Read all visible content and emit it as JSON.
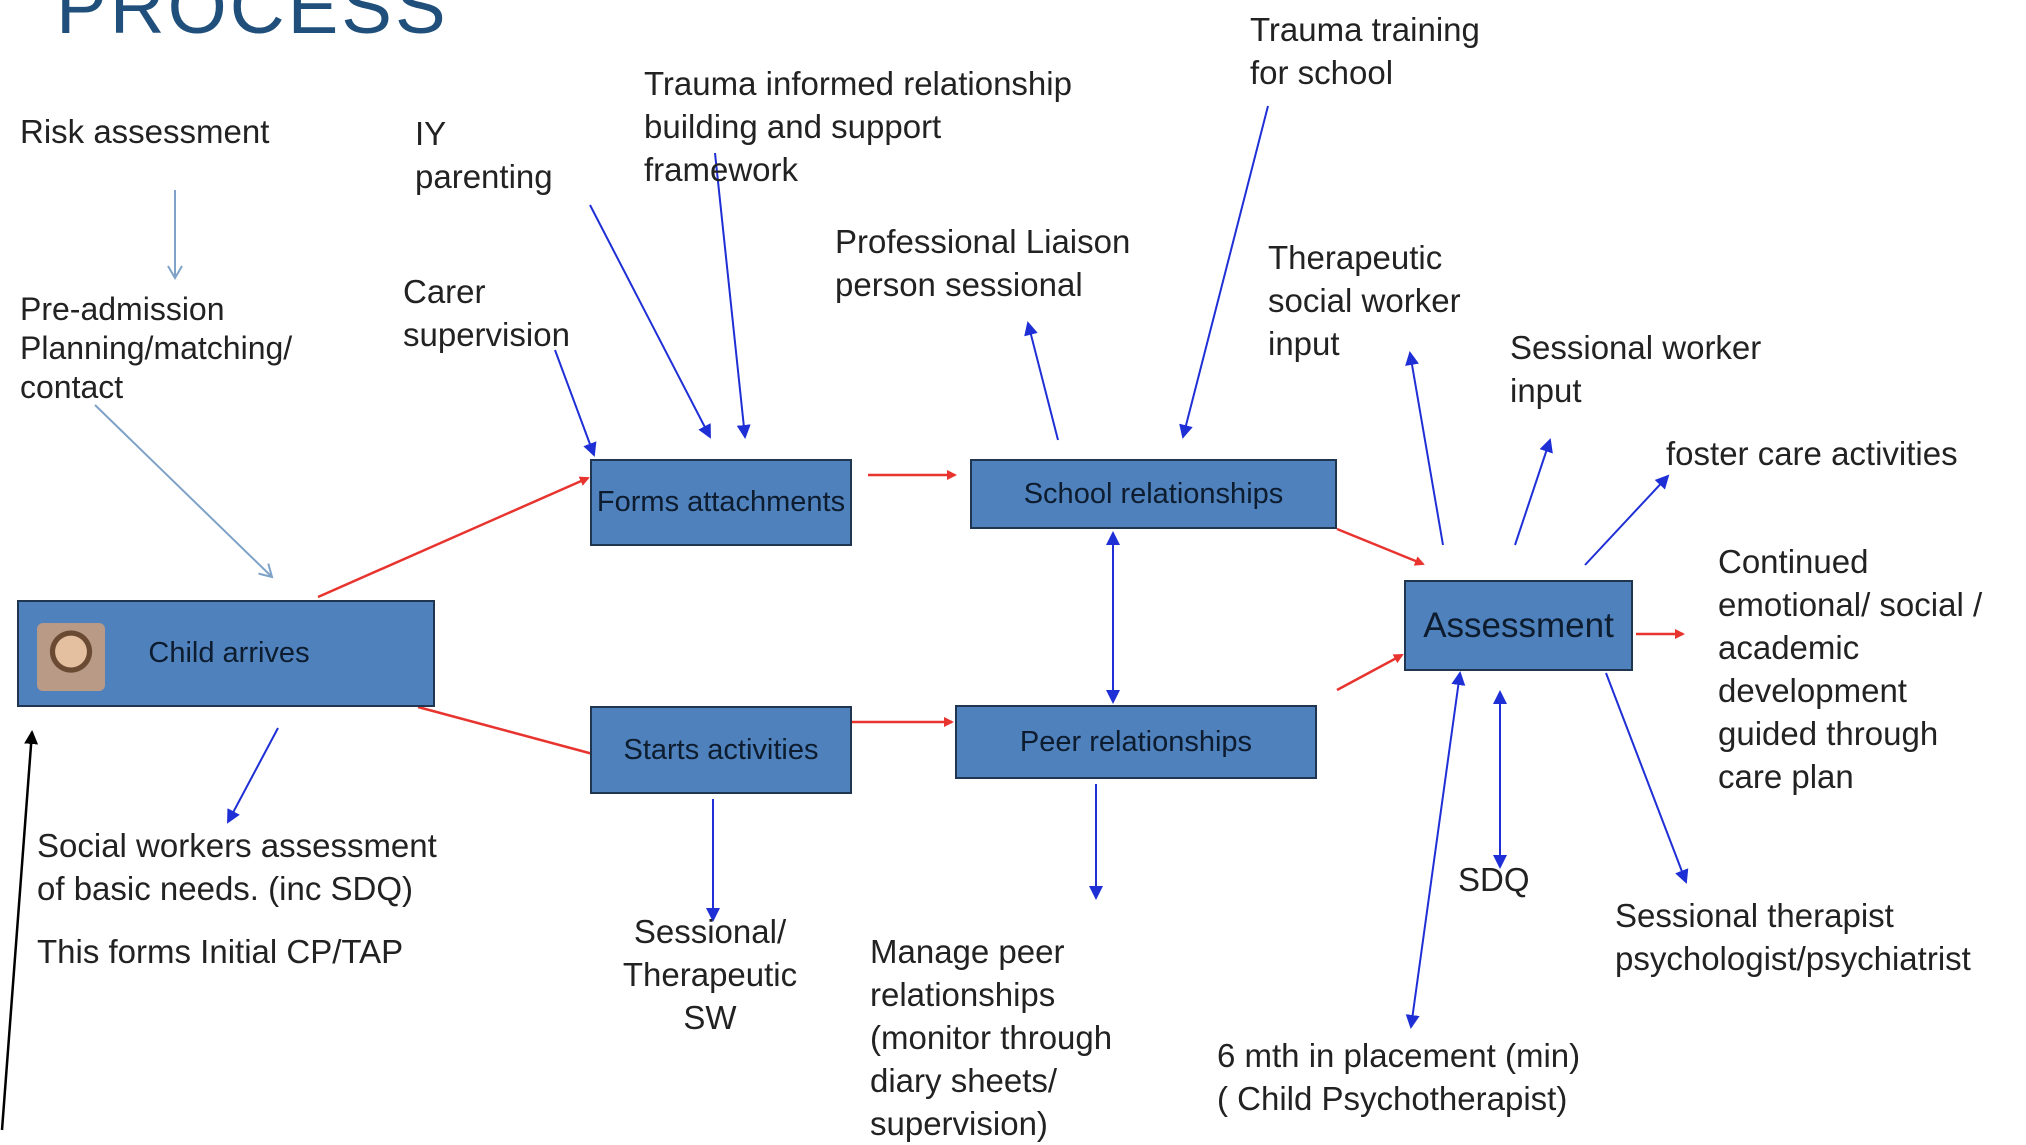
{
  "title": "PROCESS",
  "nodes": {
    "child_arrives": "Child arrives",
    "forms_attachments": "Forms attachments",
    "starts_activities": "Starts activities",
    "school_relationships": "School relationships",
    "peer_relationships": "Peer relationships",
    "assessment": "Assessment"
  },
  "labels": {
    "risk_assessment": "Risk assessment",
    "pre_admission": "Pre-admission\nPlanning/matching/\ncontact",
    "iy_parenting": "IY\nparenting",
    "carer_supervision": "Carer\nsupervision",
    "trauma_framework": "Trauma informed relationship\nbuilding and support\nframework",
    "professional_liaison": "Professional Liaison\nperson sessional",
    "trauma_training": "Trauma training\nfor school",
    "therapeutic_sw_input": "Therapeutic\nsocial worker\ninput",
    "sessional_worker_input": "Sessional worker\ninput",
    "foster_care_activities": "foster care activities",
    "continued_development": "Continued\nemotional/ social /\nacademic\ndevelopment\nguided through\ncare plan",
    "social_workers_assessment": "Social workers assessment\nof basic needs. (inc SDQ)",
    "initial_cp_tap": "This forms Initial CP/TAP",
    "sessional_therapeutic_sw": "Sessional/\nTherapeutic\nSW",
    "manage_peer": "Manage peer\nrelationships\n(monitor through\ndiary sheets/\nsupervision)",
    "sdq": "SDQ",
    "six_month_placement": "6 mth in placement (min)\n( Child Psychotherapist)",
    "sessional_therapist": "Sessional therapist\npsychologist/psychiatrist"
  },
  "colors": {
    "title": "#1f4f7a",
    "box_fill": "#4f81bd",
    "box_border": "#1f3550",
    "arrow_red": "#e8342f",
    "arrow_blue": "#1f2fd6",
    "arrow_light": "#7ea2c8",
    "arrow_black": "#000000"
  },
  "icons": {
    "child_photo": "child-photo-icon"
  }
}
